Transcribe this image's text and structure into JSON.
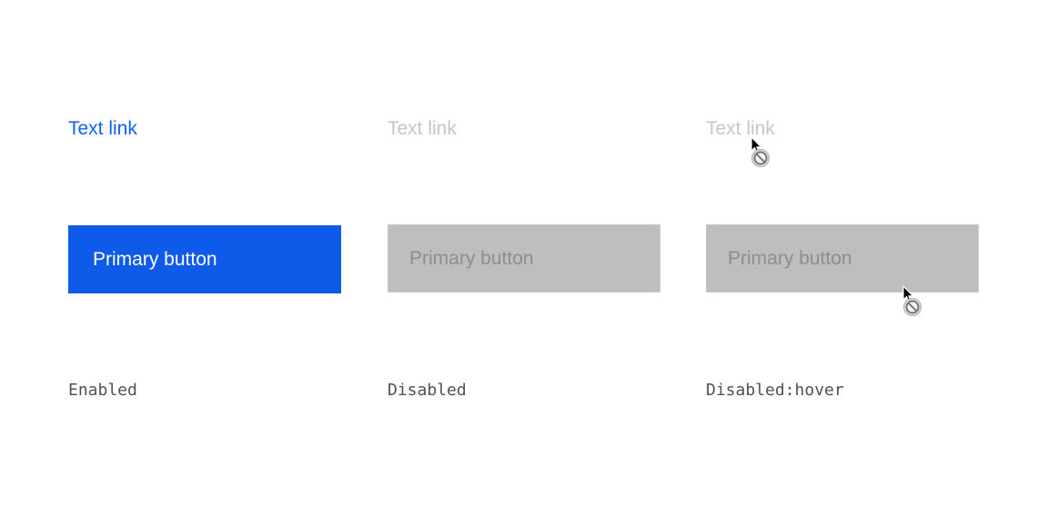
{
  "states": [
    {
      "link_label": "Text link",
      "button_label": "Primary button",
      "state_label": "Enabled"
    },
    {
      "link_label": "Text link",
      "button_label": "Primary button",
      "state_label": "Disabled"
    },
    {
      "link_label": "Text link",
      "button_label": "Primary button",
      "state_label": "Disabled:hover"
    }
  ],
  "cursors": {
    "link_hover_icon": "not-allowed-cursor-icon",
    "button_hover_icon": "not-allowed-cursor-icon"
  },
  "colors": {
    "link_enabled": "#0f62fe",
    "button_enabled": "#0f5be9",
    "disabled_fill": "#bebebe",
    "disabled_text": "#8e8e8e",
    "disabled_link": "#c6c6c6",
    "state_text": "#525252"
  }
}
